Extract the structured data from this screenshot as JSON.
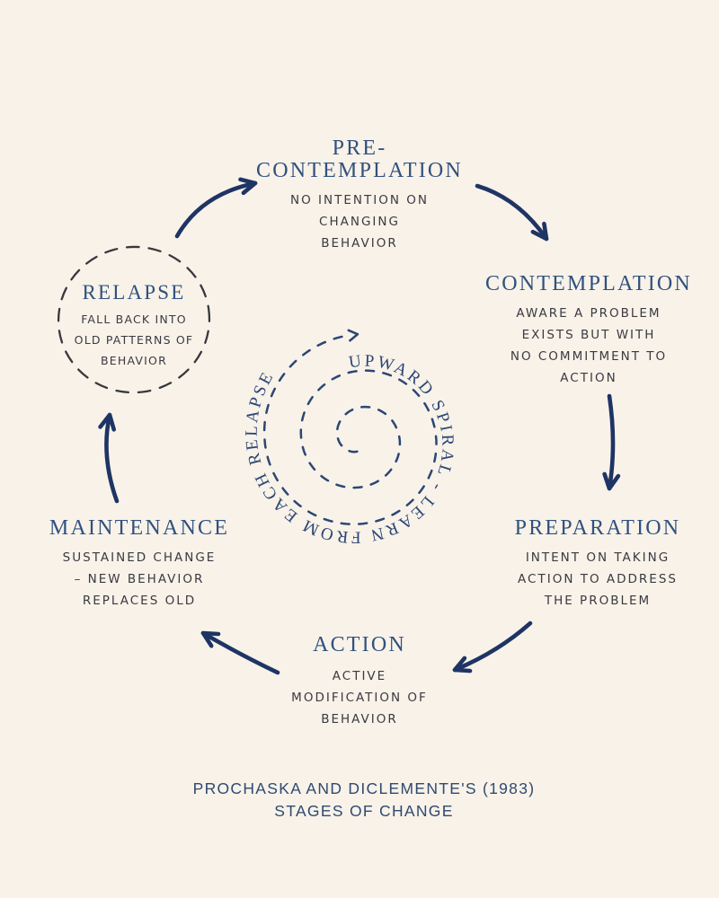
{
  "palette": {
    "background": "#f8f2e9",
    "heading_navy": "#31517e",
    "arrow_navy": "#1e3464",
    "spiral_navy": "#2c4674",
    "handwriting_ink": "#3a3a40",
    "relapse_circle_ink": "#38383d"
  },
  "caption": {
    "line1": "PROCHASKA AND DICLEMENTE'S (1983)",
    "line2": "STAGES OF CHANGE"
  },
  "center": {
    "label": "UPWARD SPIRAL - LEARN FROM EACH RELAPSE"
  },
  "stages": [
    {
      "id": "pre-contemplation",
      "title_lines": [
        "PRE-",
        "CONTEMPLATION"
      ],
      "description_lines": [
        "NO INTENTION ON",
        "CHANGING",
        "BEHAVIOR"
      ]
    },
    {
      "id": "contemplation",
      "title_lines": [
        "CONTEMPLATION"
      ],
      "description_lines": [
        "AWARE A PROBLEM",
        "EXISTS BUT WITH",
        "NO COMMITMENT TO",
        "ACTION"
      ]
    },
    {
      "id": "preparation",
      "title_lines": [
        "PREPARATION"
      ],
      "description_lines": [
        "INTENT ON TAKING",
        "ACTION TO ADDRESS",
        "THE PROBLEM"
      ]
    },
    {
      "id": "action",
      "title_lines": [
        "ACTION"
      ],
      "description_lines": [
        "ACTIVE",
        "MODIFICATION OF",
        "BEHAVIOR"
      ]
    },
    {
      "id": "maintenance",
      "title_lines": [
        "MAINTENANCE"
      ],
      "description_lines": [
        "SUSTAINED CHANGE",
        "– NEW BEHAVIOR",
        "REPLACES OLD"
      ]
    },
    {
      "id": "relapse",
      "title_lines": [
        "RELAPSE"
      ],
      "description_lines": [
        "FALL BACK INTO",
        "OLD PATTERNS OF",
        "BEHAVIOR"
      ]
    }
  ],
  "connections": [
    {
      "from": "Relapse",
      "to": "Pre-contemplation"
    },
    {
      "from": "Pre-contemplation",
      "to": "Contemplation"
    },
    {
      "from": "Contemplation",
      "to": "Preparation"
    },
    {
      "from": "Preparation",
      "to": "Action"
    },
    {
      "from": "Action",
      "to": "Maintenance"
    },
    {
      "from": "Maintenance",
      "to": "Relapse"
    }
  ]
}
